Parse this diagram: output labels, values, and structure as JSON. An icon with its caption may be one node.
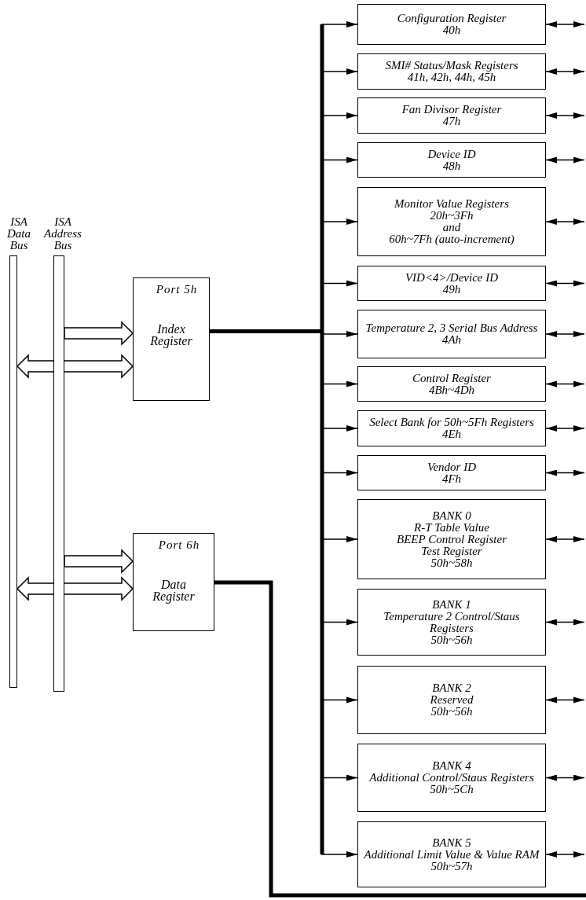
{
  "diagram": {
    "nodes": [
      {
        "text": [
          "ISA Data Bus"
        ]
      },
      {
        "text": [
          "ISA Address Bus"
        ]
      },
      {
        "text": [
          "Port 5h",
          "Index Register"
        ]
      },
      {
        "text": [
          "Port 6h",
          "Data Register"
        ]
      },
      {
        "text": [
          "Configuration Register",
          "40h"
        ]
      },
      {
        "text": [
          "SMI# Status/Mask Registers",
          "41h, 42h, 44h, 45h"
        ]
      },
      {
        "text": [
          "Fan Divisor Register",
          "47h"
        ]
      },
      {
        "text": [
          "Device ID",
          "48h"
        ]
      },
      {
        "text": [
          "Monitor Value Registers",
          "20h~3Fh",
          "and",
          "60h~7Fh (auto-increment)"
        ]
      },
      {
        "text": [
          "VID<4>/Device ID",
          "49h"
        ]
      },
      {
        "text": [
          "Temperature 2, 3 Serial Bus Address",
          "4Ah"
        ]
      },
      {
        "text": [
          "Control Register",
          "4Bh~4Dh"
        ]
      },
      {
        "text": [
          "Select Bank for 50h~5Fh Registers",
          "4Eh"
        ]
      },
      {
        "text": [
          "Vendor ID",
          "4Fh"
        ]
      },
      {
        "text": [
          "BANK 0",
          "R-T Table Value",
          "BEEP Control Register",
          "Test Register",
          "50h~58h"
        ]
      },
      {
        "text": [
          "BANK 1",
          "Temperature 2 Control/Staus Registers",
          "50h~56h"
        ]
      },
      {
        "text": [
          "BANK 2",
          "Reserved",
          "50h~56h"
        ]
      },
      {
        "text": [
          "BANK 4",
          "Additional Control/Staus Registers",
          "50h~5Ch"
        ]
      },
      {
        "text": [
          "BANK 5",
          "Additional Limit Value & Value RAM",
          "50h~57h"
        ]
      }
    ],
    "edges": [
      {
        "from": 1,
        "to": 2,
        "arrow": "to"
      },
      {
        "from": 0,
        "to": 2,
        "arrow": "both"
      },
      {
        "from": 1,
        "to": 3,
        "arrow": "to"
      },
      {
        "from": 0,
        "to": 3,
        "arrow": "both"
      },
      {
        "from": 3,
        "to": null,
        "arrow": "none",
        "style": "thick"
      },
      {
        "from": 2,
        "to": 4,
        "arrow": "to"
      },
      {
        "from": 2,
        "to": 5,
        "arrow": "to"
      },
      {
        "from": 2,
        "to": 6,
        "arrow": "to"
      },
      {
        "from": 2,
        "to": 7,
        "arrow": "to"
      },
      {
        "from": 2,
        "to": 8,
        "arrow": "to"
      },
      {
        "from": 2,
        "to": 9,
        "arrow": "to"
      },
      {
        "from": 2,
        "to": 10,
        "arrow": "to"
      },
      {
        "from": 2,
        "to": 11,
        "arrow": "to"
      },
      {
        "from": 2,
        "to": 12,
        "arrow": "to"
      },
      {
        "from": 2,
        "to": 13,
        "arrow": "to"
      },
      {
        "from": 2,
        "to": 14,
        "arrow": "to"
      },
      {
        "from": 2,
        "to": 15,
        "arrow": "to"
      },
      {
        "from": 2,
        "to": 16,
        "arrow": "to"
      },
      {
        "from": 2,
        "to": 17,
        "arrow": "to"
      },
      {
        "from": 2,
        "to": 18,
        "arrow": "to"
      },
      {
        "from": 4,
        "to": null,
        "arrow": "both"
      },
      {
        "from": 5,
        "to": null,
        "arrow": "both"
      },
      {
        "from": 6,
        "to": null,
        "arrow": "both"
      },
      {
        "from": 7,
        "to": null,
        "arrow": "both"
      },
      {
        "from": 8,
        "to": null,
        "arrow": "both"
      },
      {
        "from": 9,
        "to": null,
        "arrow": "both"
      },
      {
        "from": 10,
        "to": null,
        "arrow": "both"
      },
      {
        "from": 11,
        "to": null,
        "arrow": "both"
      },
      {
        "from": 12,
        "to": null,
        "arrow": "both"
      },
      {
        "from": 13,
        "to": null,
        "arrow": "both"
      },
      {
        "from": 14,
        "to": null,
        "arrow": "both"
      },
      {
        "from": 15,
        "to": null,
        "arrow": "both"
      },
      {
        "from": 16,
        "to": null,
        "arrow": "both"
      },
      {
        "from": 17,
        "to": null,
        "arrow": "both"
      },
      {
        "from": 18,
        "to": null,
        "arrow": "both"
      }
    ]
  }
}
